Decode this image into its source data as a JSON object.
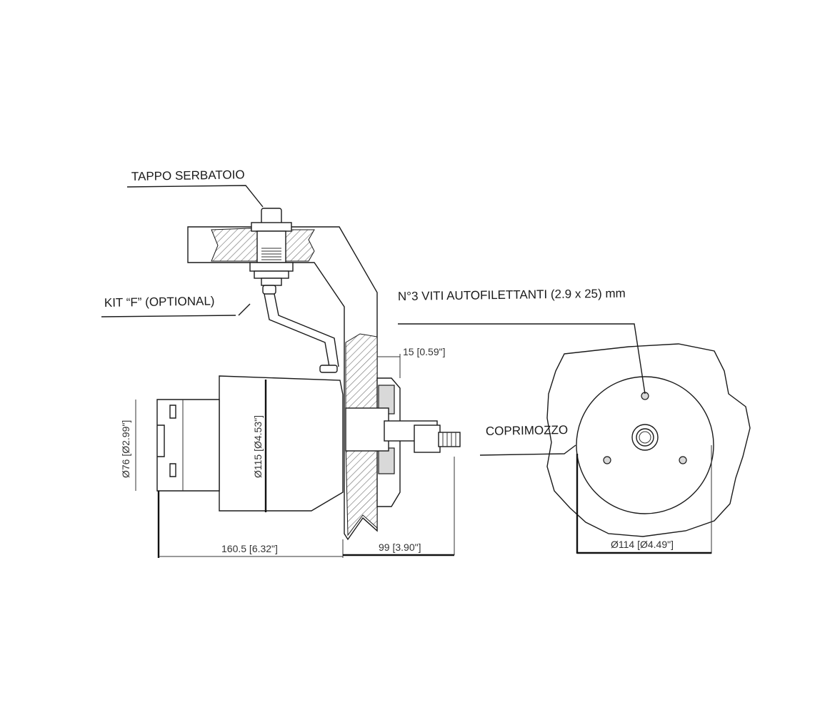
{
  "labels": {
    "tank_cap": "TAPPO SERBATOIO",
    "kit_f": "KIT “F” (OPTIONAL)",
    "screws": "N°3 VITI AUTOFILETTANTI (2.9 x 25) mm",
    "hub_cover": "COPRIMOZZO"
  },
  "dimensions": {
    "dia_76": "Ø76 [Ø2.99\"]",
    "dia_115": "Ø115 [Ø4.53\"]",
    "len_160": "160.5 [6.32\"]",
    "len_99": "99 [3.90\"]",
    "len_15": "15 [0.59\"]",
    "dia_114": "Ø114 [Ø4.49\"]"
  }
}
